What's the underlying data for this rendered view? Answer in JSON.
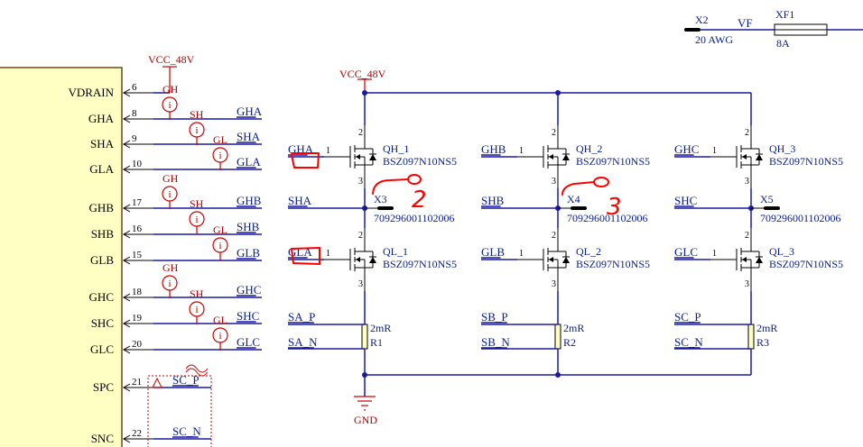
{
  "ic": {
    "pins": [
      {
        "name": "VDRAIN",
        "num": "6",
        "net": ""
      },
      {
        "name": "GHA",
        "num": "8",
        "net": "GHA"
      },
      {
        "name": "SHA",
        "num": "9",
        "net": "SHA"
      },
      {
        "name": "GLA",
        "num": "10",
        "net": "GLA"
      },
      {
        "name": "GHB",
        "num": "17",
        "net": "GHB"
      },
      {
        "name": "SHB",
        "num": "16",
        "net": "SHB"
      },
      {
        "name": "GLB",
        "num": "15",
        "net": "GLB"
      },
      {
        "name": "GHC",
        "num": "18",
        "net": "GHC"
      },
      {
        "name": "SHC",
        "num": "19",
        "net": "SHC"
      },
      {
        "name": "GLC",
        "num": "20",
        "net": "GLC"
      },
      {
        "name": "SPC",
        "num": "21",
        "net": "SC_P"
      },
      {
        "name": "SNC",
        "num": "22",
        "net": "SC_N"
      }
    ]
  },
  "power": {
    "vcc_ic": "VCC_48V",
    "vcc_bridge": "VCC_48V",
    "gnd": "GND"
  },
  "probes": [
    {
      "label": "GH"
    },
    {
      "label": "SH"
    },
    {
      "label": "GL"
    },
    {
      "label": "GH"
    },
    {
      "label": "SH"
    },
    {
      "label": "GL"
    },
    {
      "label": "GH"
    },
    {
      "label": "SH"
    },
    {
      "label": "GL"
    }
  ],
  "probe_glyph": "i",
  "phases": [
    {
      "high_gate_net": "GHA",
      "high_ref": "QH_1",
      "low_gate_net": "GLA",
      "low_ref": "QL_1",
      "part": "BSZ097N10NS5",
      "sw_net": "SHA",
      "conn_ref": "X3",
      "conn_part": "709296001102006",
      "sense_p": "SA_P",
      "sense_n": "SA_N",
      "res_value": "2mR",
      "res_ref": "R1"
    },
    {
      "high_gate_net": "GHB",
      "high_ref": "QH_2",
      "low_gate_net": "GLB",
      "low_ref": "QL_2",
      "part": "BSZ097N10NS5",
      "sw_net": "SHB",
      "conn_ref": "X4",
      "conn_part": "709296001102006",
      "sense_p": "SB_P",
      "sense_n": "SB_N",
      "res_value": "2mR",
      "res_ref": "R2"
    },
    {
      "high_gate_net": "GHC",
      "high_ref": "QH_3",
      "low_gate_net": "GLC",
      "low_ref": "QL_3",
      "part": "BSZ097N10NS5",
      "sw_net": "SHC",
      "conn_ref": "X5",
      "conn_part": "709296001102006",
      "sense_p": "SC_P",
      "sense_n": "SC_N",
      "res_value": "2mR",
      "res_ref": "R3"
    }
  ],
  "fet_pins": {
    "gate": "1",
    "drain": "2",
    "source": "3"
  },
  "fuse": {
    "ref": "XF1",
    "value": "8A",
    "conn_ref": "X2",
    "conn_value": "20 AWG",
    "net": "VF"
  },
  "annotations": [
    "2",
    "3"
  ],
  "colors": {
    "wire": "#1b1ba0",
    "net_label": "#0a1f87",
    "power": "#b00000",
    "ic_fill": "#ffffc4",
    "handwriting": "#ff0000"
  }
}
